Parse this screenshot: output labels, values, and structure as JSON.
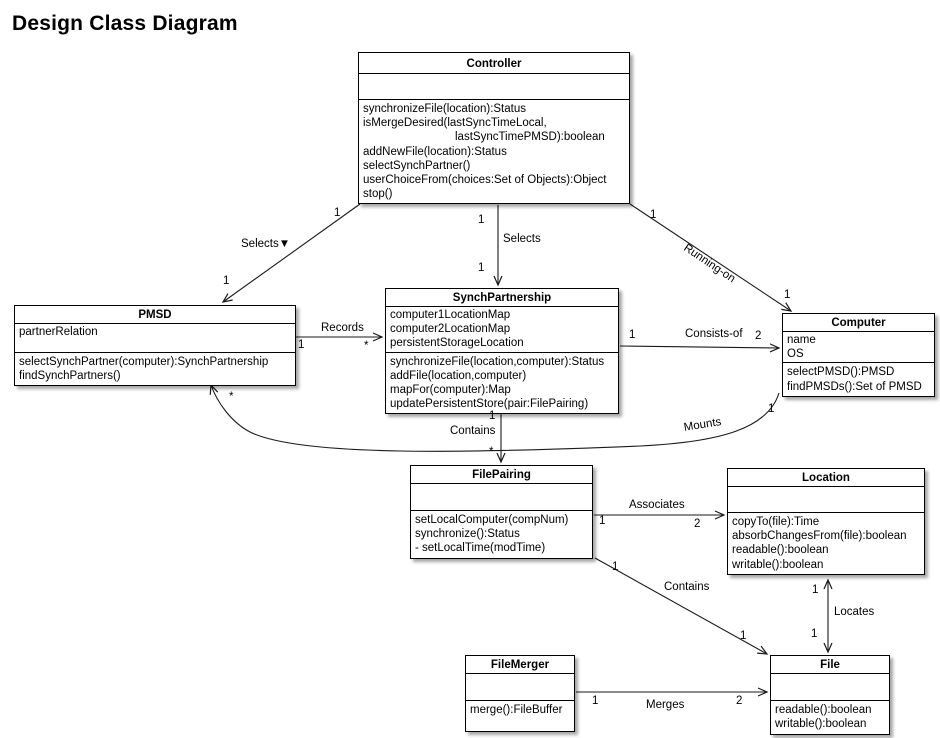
{
  "title": "Design Class Diagram",
  "classes": {
    "controller": {
      "name": "Controller",
      "attributes": [],
      "methods": [
        "synchronizeFile(location):Status",
        "isMergeDesired(lastSyncTimeLocal,",
        "lastSyncTimePMSD):boolean",
        "addNewFile(location):Status",
        "selectSynchPartner()",
        "userChoiceFrom(choices:Set of Objects):Object",
        "stop()"
      ]
    },
    "pmsd": {
      "name": "PMSD",
      "attributes": [
        "partnerRelation"
      ],
      "methods": [
        "selectSynchPartner(computer):SynchPartnership",
        "findSynchPartners()"
      ]
    },
    "synchpartnership": {
      "name": "SynchPartnership",
      "attributes": [
        "computer1LocationMap",
        "computer2LocationMap",
        "persistentStorageLocation"
      ],
      "methods": [
        "synchronizeFile(location,computer):Status",
        "addFile(location,computer)",
        "mapFor(computer):Map",
        "updatePersistentStore(pair:FilePairing)"
      ]
    },
    "computer": {
      "name": "Computer",
      "attributes": [
        "name",
        "OS"
      ],
      "methods": [
        "selectPMSD():PMSD",
        "findPMSDs():Set of PMSD"
      ]
    },
    "filepairing": {
      "name": "FilePairing",
      "attributes": [],
      "methods": [
        "setLocalComputer(compNum)",
        "synchronize():Status",
        "- setLocalTime(modTime)"
      ]
    },
    "location": {
      "name": "Location",
      "attributes": [],
      "methods": [
        "copyTo(file):Time",
        "absorbChangesFrom(file):boolean",
        "readable():boolean",
        "writable():boolean"
      ]
    },
    "filemerger": {
      "name": "FileMerger",
      "attributes": [],
      "methods": [
        "merge():FileBuffer"
      ]
    },
    "file": {
      "name": "File",
      "attributes": [],
      "methods": [
        "readable():boolean",
        "writable():boolean"
      ]
    }
  },
  "connections": [
    {
      "from": "Controller",
      "to": "PMSD",
      "label": "Selects▼",
      "from_mult": "1",
      "to_mult": "1"
    },
    {
      "from": "Controller",
      "to": "SynchPartnership",
      "label": "Selects",
      "from_mult": "1",
      "to_mult": "1"
    },
    {
      "from": "Controller",
      "to": "Computer",
      "label": "Running-on",
      "from_mult": "1",
      "to_mult": "1"
    },
    {
      "from": "PMSD",
      "to": "SynchPartnership",
      "label": "Records",
      "from_mult": "1",
      "to_mult": "*"
    },
    {
      "from": "SynchPartnership",
      "to": "Computer",
      "label": "Consists-of",
      "from_mult": "1",
      "to_mult": "2"
    },
    {
      "from": "SynchPartnership",
      "to": "FilePairing",
      "label": "Contains",
      "from_mult": "1",
      "to_mult": "*"
    },
    {
      "from": "Computer",
      "to": "PMSD",
      "label": "Mounts",
      "from_mult": "1",
      "to_mult": "*"
    },
    {
      "from": "FilePairing",
      "to": "Location",
      "label": "Associates",
      "from_mult": "1",
      "to_mult": "2"
    },
    {
      "from": "FilePairing",
      "to": "File",
      "label": "Contains",
      "from_mult": "1",
      "to_mult": "1"
    },
    {
      "from": "Location",
      "to": "File",
      "label": "Locates",
      "from_mult": "1",
      "to_mult": "1"
    },
    {
      "from": "FileMerger",
      "to": "File",
      "label": "Merges",
      "from_mult": "1",
      "to_mult": "2"
    }
  ],
  "line_color": "#1a1a1a"
}
